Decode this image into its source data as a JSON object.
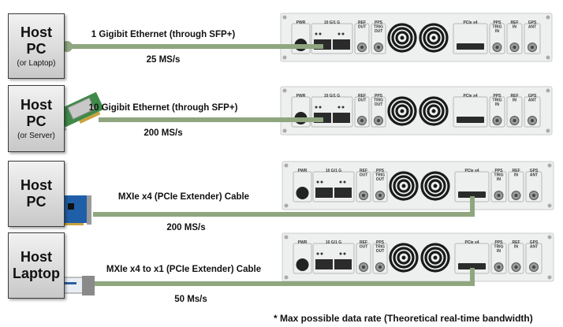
{
  "hosts": [
    {
      "title": "Host",
      "title2": "PC",
      "sub": "(or Laptop)"
    },
    {
      "title": "Host",
      "title2": "PC",
      "sub": "(or Server)"
    },
    {
      "title": "Host",
      "title2": "PC",
      "sub": ""
    },
    {
      "title": "Host",
      "title2": "Laptop",
      "sub": ""
    }
  ],
  "links": [
    {
      "name": "1 Gigibit Ethernet (through SFP+)",
      "rate": "25 MS/s",
      "adapter": "none",
      "port": "SFP+"
    },
    {
      "name": "10 Gigibit Ethernet (through SFP+)",
      "rate": "200 MS/s",
      "adapter": "network-card",
      "port": "SFP+"
    },
    {
      "name": "MXIe x4 (PCIe Extender) Cable",
      "rate": "200 MS/s",
      "adapter": "pcie-card",
      "port": "PCIe x4"
    },
    {
      "name": "MXIe x4 to x1 (PCIe Extender) Cable",
      "rate": "50 Ms/s",
      "adapter": "expresscard",
      "port": "PCIe x4"
    }
  ],
  "panel_labels": {
    "pwr": "PWR",
    "sfp": "10 G/1 G",
    "ref_out": "REF OUT",
    "pps_trig_out": "PPS TRIG OUT",
    "pcie": "PCIe x4",
    "pps_trig_in": "PPS TRIG IN",
    "ref_in": "REF IN",
    "gps_ant": "GPS ANT"
  },
  "footnote": "* Max possible data rate (Theoretical real-time bandwidth)",
  "colors": {
    "cable": "#8fa67f",
    "panel": "#eef0f0",
    "host_border": "#3a3a3a"
  }
}
